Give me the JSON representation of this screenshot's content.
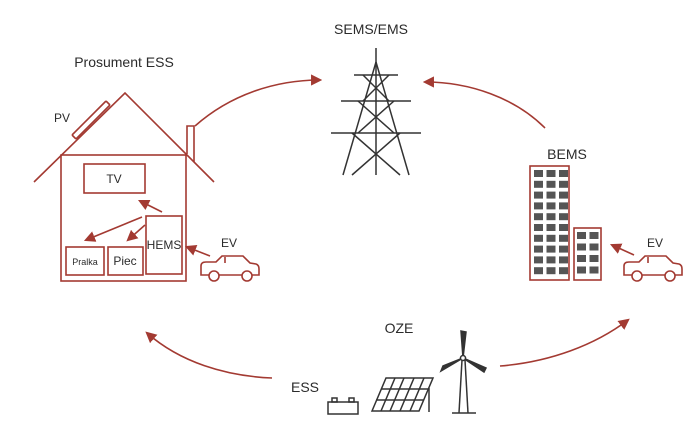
{
  "labels": {
    "sems": "SEMS/EMS",
    "prosument": "Prosument ESS",
    "pv": "PV",
    "tv": "TV",
    "hems": "HEMS",
    "pralka": "Pralka",
    "piec": "Piec",
    "ev_home": "EV",
    "bems": "BEMS",
    "ev_building": "EV",
    "oze": "OZE",
    "ess": "ESS"
  },
  "colors": {
    "accent": "#a33a32",
    "line": "#333333",
    "window": "#555555",
    "text": "#2b2b2b"
  }
}
